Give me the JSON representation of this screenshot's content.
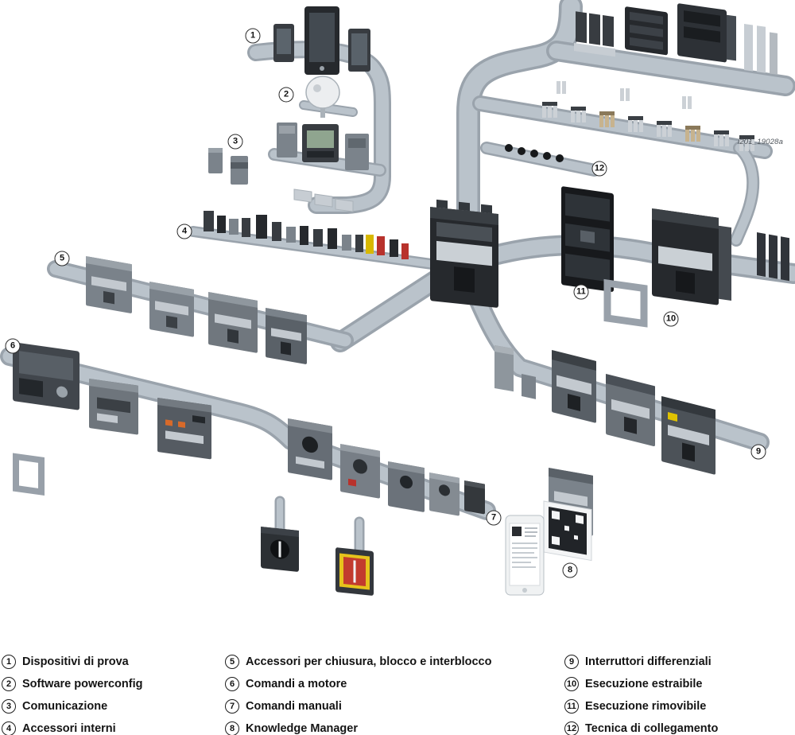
{
  "figure": {
    "image_code": "i201_19028a",
    "callouts": [
      {
        "n": "1"
      },
      {
        "n": "2"
      },
      {
        "n": "3"
      },
      {
        "n": "4"
      },
      {
        "n": "5"
      },
      {
        "n": "6"
      },
      {
        "n": "7"
      },
      {
        "n": "8"
      },
      {
        "n": "9"
      },
      {
        "n": "10"
      },
      {
        "n": "11"
      },
      {
        "n": "12"
      }
    ]
  },
  "legend": {
    "columns": [
      {
        "items": [
          {
            "n": "1",
            "label": "Dispositivi di prova"
          },
          {
            "n": "2",
            "label": "Software powerconfig"
          },
          {
            "n": "3",
            "label": "Comunicazione"
          },
          {
            "n": "4",
            "label": "Accessori interni"
          }
        ]
      },
      {
        "items": [
          {
            "n": "5",
            "label": "Accessori per chiusura, blocco e interblocco"
          },
          {
            "n": "6",
            "label": "Comandi a motore"
          },
          {
            "n": "7",
            "label": "Comandi manuali"
          },
          {
            "n": "8",
            "label": "Knowledge Manager"
          }
        ]
      },
      {
        "items": [
          {
            "n": "9",
            "label": "Interruttori differenziali"
          },
          {
            "n": "10",
            "label": "Esecuzione estraibile"
          },
          {
            "n": "11",
            "label": "Esecuzione rimovibile"
          },
          {
            "n": "12",
            "label": "Tecnica di collegamento"
          }
        ]
      }
    ]
  }
}
